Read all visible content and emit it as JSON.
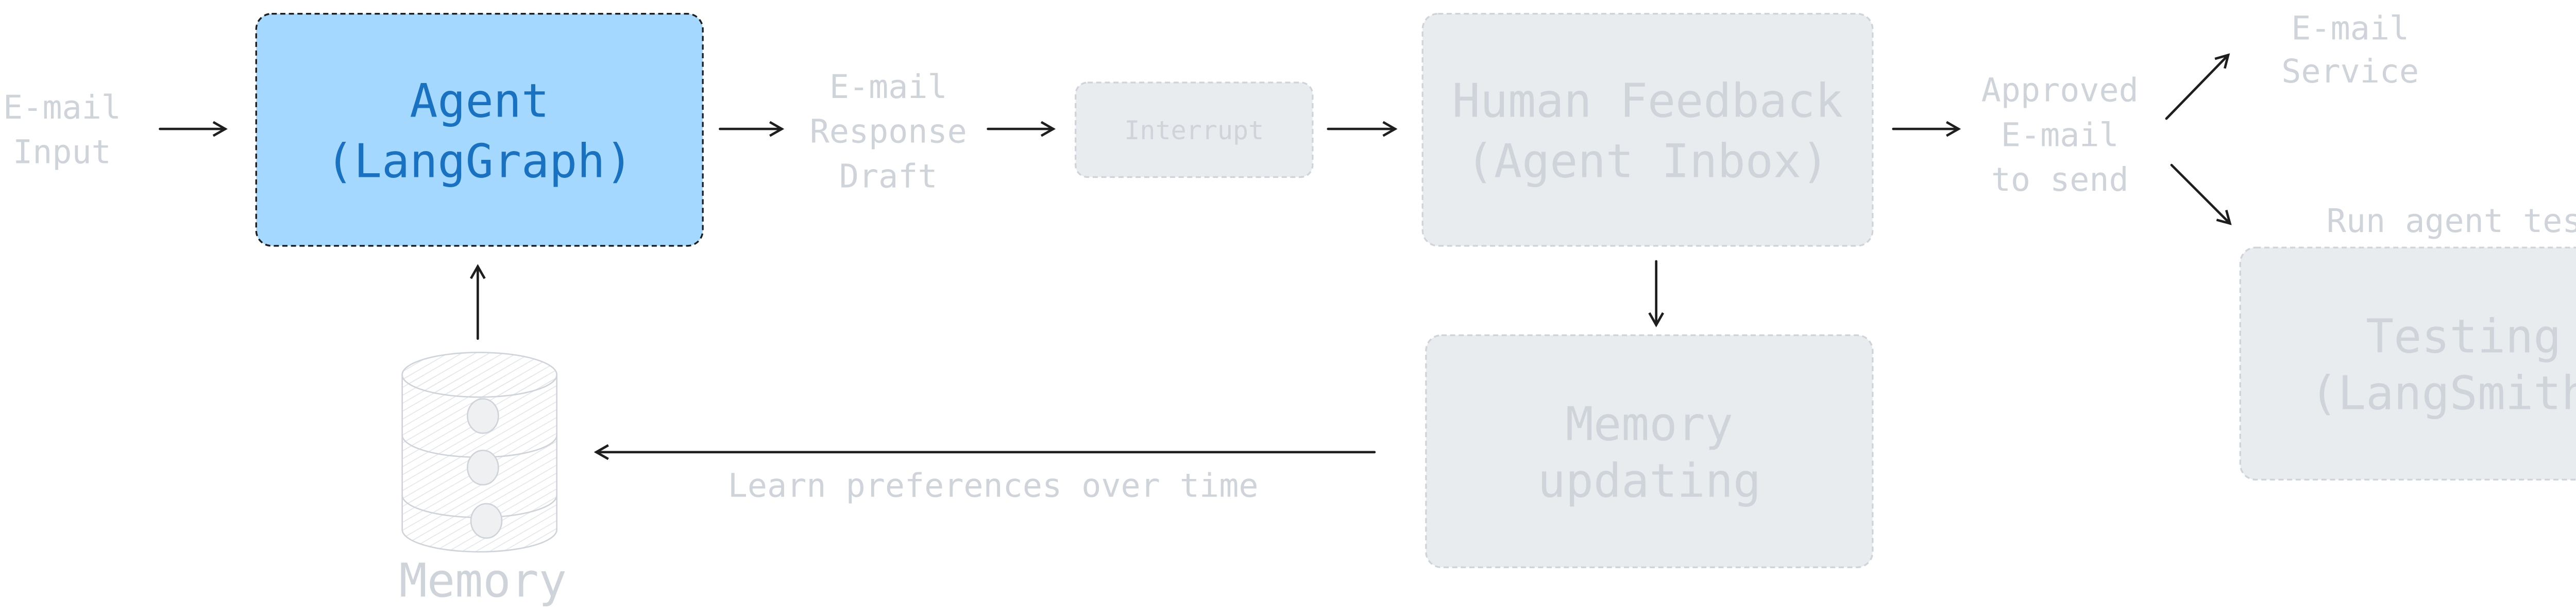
{
  "colors": {
    "agent_fill": "#a5d8ff",
    "agent_text": "#1971c2",
    "muted_fill": "#e9ecef",
    "muted_text": "#ced4da",
    "arrow": "#1e1e1e"
  },
  "nodes": {
    "email_input": [
      "E-mail",
      "Input"
    ],
    "agent": [
      "Agent",
      "(LangGraph)"
    ],
    "response_draft": [
      "E-mail",
      "Response",
      "Draft"
    ],
    "interrupt": "Interrupt",
    "human_feedback": [
      "Human Feedback",
      "(Agent Inbox)"
    ],
    "approved": [
      "Approved",
      "E-mail",
      "to send"
    ],
    "email_service": [
      "E-mail",
      "Service"
    ],
    "run_tests": "Run agent tests",
    "testing": [
      "Testing",
      "(LangSmith)"
    ],
    "memory_updating": [
      "Memory",
      "updating"
    ],
    "learn_label": "Learn preferences over time",
    "memory": "Memory"
  }
}
